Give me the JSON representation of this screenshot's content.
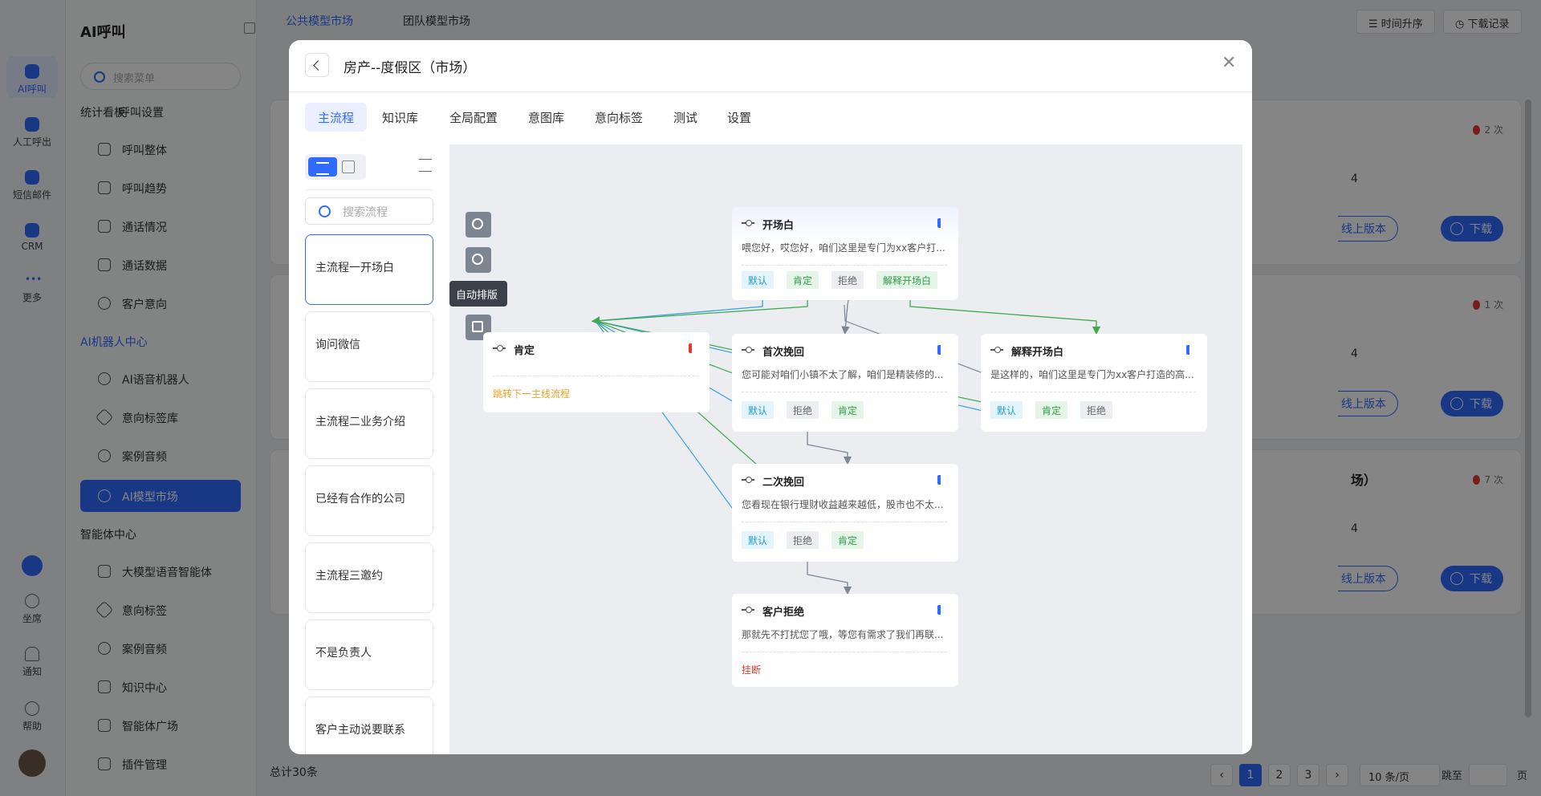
{
  "rail": {
    "items": [
      {
        "label": "AI呼叫",
        "active": true
      },
      {
        "label": "人工呼出"
      },
      {
        "label": "短信邮件"
      },
      {
        "label": "CRM"
      },
      {
        "label": "更多"
      },
      {
        "label": "坐席"
      },
      {
        "label": "通知"
      },
      {
        "label": "帮助"
      }
    ]
  },
  "sidebar": {
    "title": "AI呼叫",
    "search_placeholder": "搜索菜单",
    "group1": "统计看板",
    "settings": "呼叫设置",
    "items1": [
      "呼叫整体",
      "呼叫趋势",
      "通话情况",
      "通话数据",
      "客户意向"
    ],
    "group2": "AI机器人中心",
    "items2": [
      "AI语音机器人",
      "意向标签库",
      "案例音频",
      "AI模型市场"
    ],
    "group3": "智能体中心",
    "items3": [
      "大模型语音智能体",
      "意向标签",
      "案例音频",
      "知识中心",
      "智能体广场",
      "插件管理"
    ]
  },
  "main": {
    "tabs": [
      "公共模型市场",
      "团队模型市场"
    ],
    "sort_label": "时间升序",
    "download_records": "下载记录",
    "cards": [
      {
        "count": "2 次",
        "num": "4",
        "version": "线上版本",
        "download": "下载",
        "suffix": ""
      },
      {
        "count": "1 次",
        "num": "4",
        "version": "线上版本",
        "download": "下载",
        "suffix": ""
      },
      {
        "count": "7 次",
        "num": "4",
        "version": "线上版本",
        "download": "下载",
        "suffix": "场）"
      }
    ],
    "total": "总计30条",
    "pages": [
      "1",
      "2",
      "3"
    ],
    "page_size": "10 条/页",
    "goto": "跳至",
    "page_unit": "页"
  },
  "modal": {
    "title": "房产--度假区（市场）",
    "tabs": [
      "主流程",
      "知识库",
      "全局配置",
      "意图库",
      "意向标签",
      "测试",
      "设置"
    ],
    "flow_search_placeholder": "搜索流程",
    "flows": [
      "主流程一开场白",
      "询问微信",
      "主流程二业务介绍",
      "已经有合作的公司",
      "主流程三邀约",
      "不是负责人",
      "客户主动说要联系"
    ],
    "tooltip": "自动排版",
    "nodes": {
      "opening": {
        "title": "开场白",
        "desc": "喂您好，哎您好，咱们这里是专门为xx客户打...",
        "tags": [
          "默认",
          "肯定",
          "拒绝",
          "解释开场白"
        ]
      },
      "affirm": {
        "title": "肯定",
        "action": "跳转下一主线流程"
      },
      "first_retain": {
        "title": "首次挽回",
        "desc": "您可能对咱们小镇不太了解，咱们是精装修的...",
        "tags": [
          "默认",
          "拒绝",
          "肯定"
        ]
      },
      "explain_opening": {
        "title": "解释开场白",
        "desc": "是这样的，咱们这里是专门为xx客户打造的高...",
        "tags": [
          "默认",
          "肯定",
          "拒绝"
        ]
      },
      "second_retain": {
        "title": "二次挽回",
        "desc": "您看现在银行理财收益越来越低，股市也不太...",
        "tags": [
          "默认",
          "拒绝",
          "肯定"
        ]
      },
      "reject": {
        "title": "客户拒绝",
        "desc": "那就先不打扰您了哦，等您有需求了我们再联...",
        "action": "挂断"
      }
    }
  },
  "colors": {
    "accent": "#2f6bff",
    "tag_default": "#1e9bd7",
    "tag_yes": "#2e9e45",
    "tag_no": "#666666",
    "line_blue": "#3aa0e0",
    "line_green": "#3eaa4a",
    "line_gray": "#7d8794"
  }
}
